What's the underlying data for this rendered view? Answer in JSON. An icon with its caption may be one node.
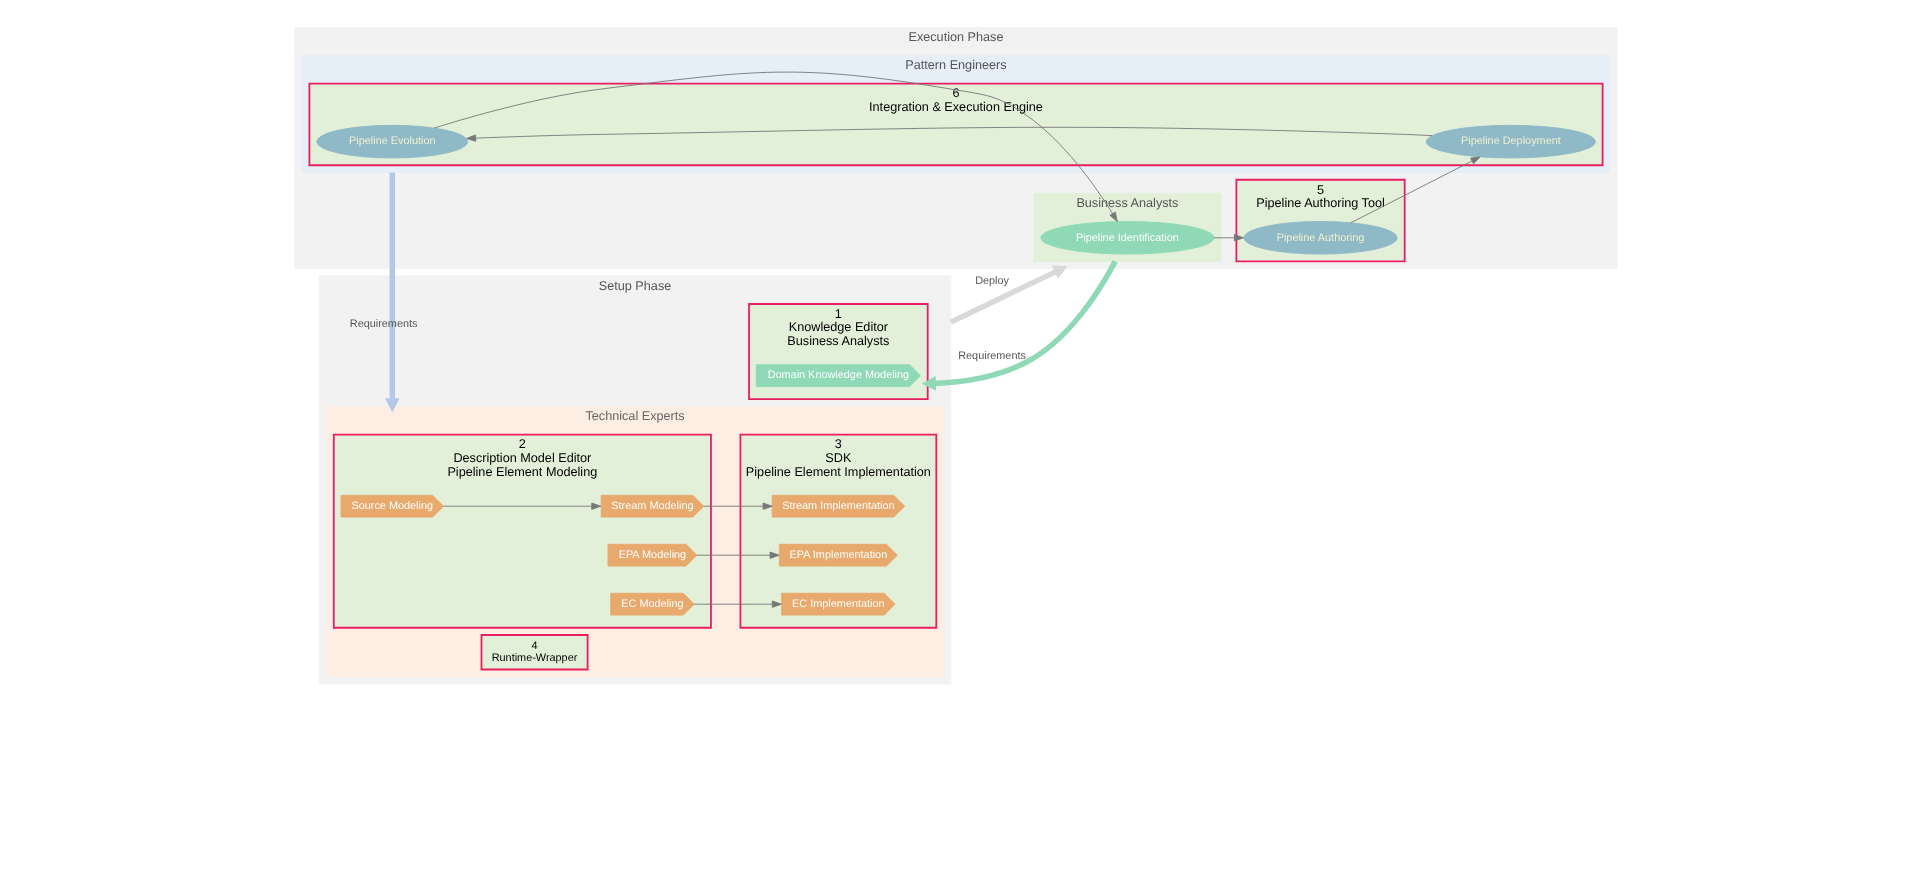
{
  "diagram": {
    "nodes": [
      {
        "text": [
          "Setup Phase"
        ]
      },
      {
        "text": [
          "1",
          "Knowledge Editor",
          "Business Analysts"
        ],
        "in": 0
      },
      {
        "text": [
          "Domain Knowledge Modeling"
        ],
        "in": 1
      },
      {
        "text": [
          "Technical Experts"
        ],
        "in": 0
      },
      {
        "text": [
          "2",
          "Description Model Editor",
          "Pipeline Element Modeling"
        ],
        "in": 3
      },
      {
        "text": [
          "Source Modeling"
        ],
        "in": 4
      },
      {
        "text": [
          "Stream Modeling"
        ],
        "in": 4
      },
      {
        "text": [
          "EPA Modeling"
        ],
        "in": 4
      },
      {
        "text": [
          "EC Modeling"
        ],
        "in": 4
      },
      {
        "text": [
          "3",
          "SDK",
          "Pipeline Element Implementation"
        ],
        "in": 3
      },
      {
        "text": [
          "Stream Implementation"
        ],
        "in": 9
      },
      {
        "text": [
          "EPA Implementation"
        ],
        "in": 9
      },
      {
        "text": [
          "EC Implementation"
        ],
        "in": 9
      },
      {
        "text": [
          "4",
          "Runtime-Wrapper"
        ],
        "in": 3
      },
      {
        "text": [
          "Execution Phase"
        ]
      },
      {
        "text": [
          "Business Analysts"
        ],
        "in": 14
      },
      {
        "text": [
          "Pipeline Identification"
        ],
        "in": 15
      },
      {
        "text": [
          "5",
          "Pipeline Authoring Tool"
        ],
        "in": 14
      },
      {
        "text": [
          "Pipeline Authoring"
        ],
        "in": 17
      },
      {
        "text": [
          "Pattern Engineers"
        ],
        "in": 14
      },
      {
        "text": [
          "6",
          "Integration & Execution Engine"
        ],
        "in": 19
      },
      {
        "text": [
          "Pipeline Evolution"
        ],
        "in": 20
      },
      {
        "text": [
          "Pipeline Deployment"
        ],
        "in": 20
      }
    ],
    "edges": [
      {
        "from": 5,
        "to": 6,
        "arrow": "to"
      },
      {
        "from": 6,
        "to": 10,
        "arrow": "to"
      },
      {
        "from": 7,
        "to": 11,
        "arrow": "to"
      },
      {
        "from": 8,
        "to": 12,
        "arrow": "to"
      },
      {
        "from": 0,
        "to": 14,
        "label": "Deploy",
        "arrow": "to",
        "style": "thick",
        "color": "#d9d9d9"
      },
      {
        "from": 16,
        "to": 18,
        "arrow": "to"
      },
      {
        "from": 18,
        "to": 22,
        "arrow": "to"
      },
      {
        "from": 22,
        "to": 21,
        "arrow": "to"
      },
      {
        "from": 21,
        "to": 16,
        "arrow": "to"
      },
      {
        "from": 15,
        "to": 1,
        "label": "Requirements",
        "arrow": "to",
        "style": "thick",
        "color": "#8fd9b6"
      },
      {
        "from": 19,
        "to": 3,
        "label": "Requirements",
        "arrow": "to",
        "style": "thick",
        "color": "#b4c7e7"
      }
    ]
  }
}
